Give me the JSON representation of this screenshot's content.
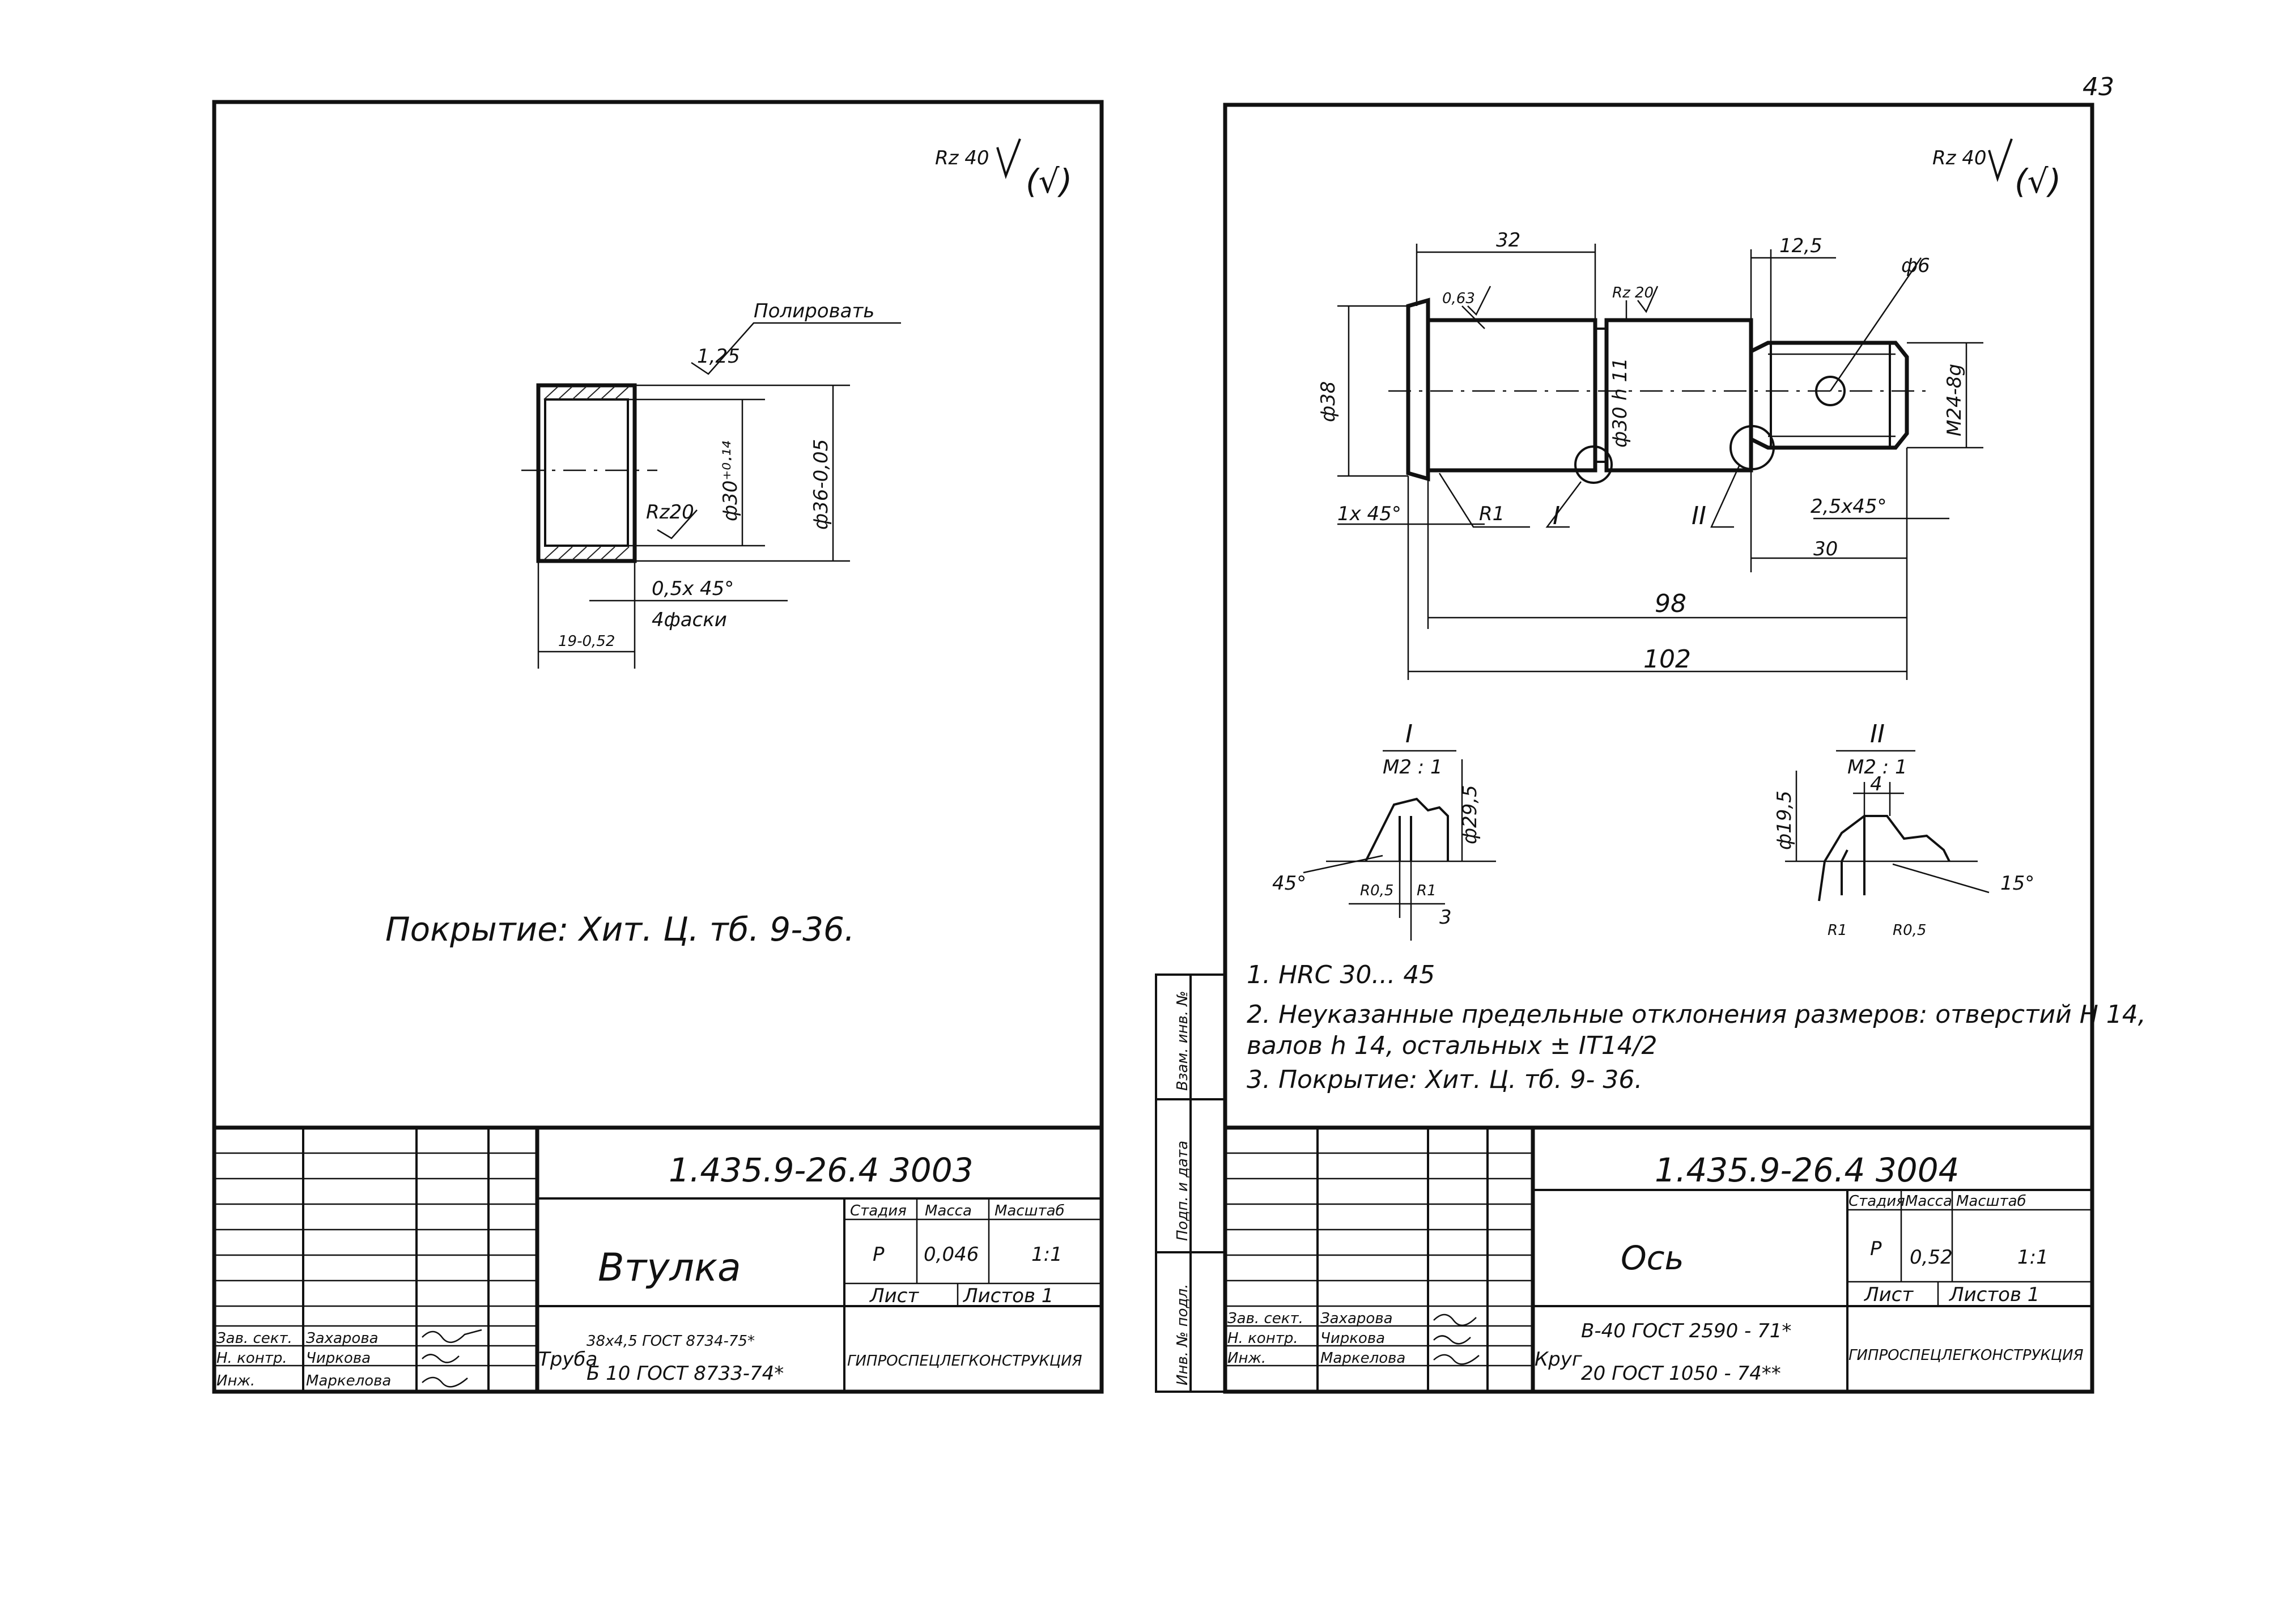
{
  "page_number": "43",
  "sheet_left": {
    "roughness_general": "Rz 40",
    "roughness_symbol": "(√)",
    "note_polish": "Полировать",
    "roughness_polish": "1,25",
    "roughness_inner": "Rz20",
    "dim_inner_dia": "ф30⁺⁰·¹⁴",
    "dim_outer_dia": "ф36-0,05",
    "dim_chamfer": "0,5x 45°",
    "dim_chamfer_note": "4фаски",
    "dim_length": "19-0,52",
    "coating": "Покрытие: Хит. Ц. тб. 9-36.",
    "title_block": {
      "doc_number": "1.435.9-26.4    3003",
      "part_name": "Втулка",
      "hdr_stage": "Стадия",
      "hdr_mass": "Масса",
      "hdr_scale": "Масштаб",
      "stage": "Р",
      "mass": "0,046",
      "scale": "1:1",
      "sheet_label": "Лист",
      "sheets_label": "Листов 1",
      "material_prefix": "Труба",
      "material_line1": "38x4,5 ГОСТ 8734-75*",
      "material_line2": "Б 10 ГОСТ 8733-74*",
      "organization": "ГИПРОСПЕЦЛЕГКОНСТРУКЦИЯ",
      "roles": [
        "Зав. сект.",
        "Н. контр.",
        "Инж."
      ],
      "names": [
        "Захарова",
        "Чиркова",
        "Маркелова"
      ]
    }
  },
  "sheet_right": {
    "roughness_general": "Rz 40",
    "roughness_symbol": "(√)",
    "roughness_063": "0,63",
    "roughness_rz20": "Rz 20",
    "dim_32": "32",
    "dim_125": "12,5",
    "dim_phi6": "ф6",
    "dim_phi38": "ф38",
    "dim_phi30h11": "ф30 h 11",
    "dim_thread": "М24-8g",
    "dim_1x45": "1x 45°",
    "dim_r1": "R1",
    "detail_mark_1": "I",
    "detail_mark_2": "II",
    "dim_25x45": "2,5x45°",
    "dim_30": "30",
    "dim_98": "98",
    "dim_102": "102",
    "detail_1": {
      "label": "I",
      "scale": "М2 : 1",
      "dim_phi": "ф29,5",
      "angle": "45°",
      "r05": "R0,5",
      "r1": "R1",
      "dim_3": "3"
    },
    "detail_2": {
      "label": "II",
      "scale": "М2 : 1",
      "dim_phi": "ф19,5",
      "dim_4": "4",
      "angle": "15°",
      "r1": "R1",
      "r05": "R0,5"
    },
    "notes": [
      "1. HRC  30... 45",
      "2. Неуказанные  предельные отклонения размеров: отверстий  H 14,",
      "    валов h 14,  остальных ± IT14/2",
      "3. Покрытие:  Хит. Ц. тб. 9- 36."
    ],
    "side_stamp": [
      "Инв. № подл.",
      "Подп. и дата",
      "Взам. инв. №"
    ],
    "title_block": {
      "doc_number": "1.435.9-26.4    3004",
      "part_name": "Ось",
      "hdr_stage": "Стадия",
      "hdr_mass": "Масса",
      "hdr_scale": "Масштаб",
      "stage": "Р",
      "mass": "0,52",
      "scale": "1:1",
      "sheet_label": "Лист",
      "sheets_label": "Листов 1",
      "material_prefix": "Круг",
      "material_line1": "В-40 ГОСТ 2590 - 71*",
      "material_line2": "20 ГОСТ 1050 - 74**",
      "organization": "ГИПРОСПЕЦЛЕГКОНСТРУКЦИЯ",
      "roles": [
        "Зав. сект.",
        "Н. контр.",
        "Инж."
      ],
      "names": [
        "Захарова",
        "Чиркова",
        "Маркелова"
      ]
    }
  }
}
